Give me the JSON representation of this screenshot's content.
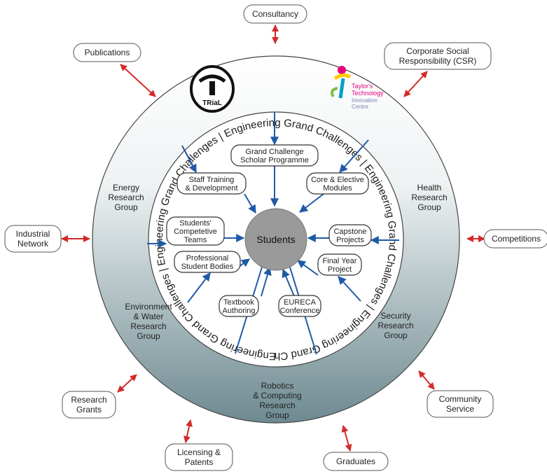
{
  "ring_label": "Engineering Grand Challenges | Engineering Grand Challenges | Engineering Grand Challenges | Engineering Grand Challenges | Engineering Grand Challenges | Engineering Grand Challenges |",
  "center": {
    "label": "Students"
  },
  "logos": {
    "trial": {
      "text": "TRiaL"
    },
    "taylors": {
      "line1": "Taylor's",
      "line2": "Technology",
      "line3": "Innovation",
      "line4": "Centre"
    }
  },
  "outer_nodes": [
    {
      "id": "consultancy",
      "lines": [
        "Consultancy"
      ]
    },
    {
      "id": "publications",
      "lines": [
        "Publications"
      ]
    },
    {
      "id": "csr",
      "lines": [
        "Corporate Social",
        "Responsibility (CSR)"
      ]
    },
    {
      "id": "industrial-network",
      "lines": [
        "Industrial",
        "Network"
      ]
    },
    {
      "id": "competitions",
      "lines": [
        "Competitions"
      ]
    },
    {
      "id": "research-grants",
      "lines": [
        "Research",
        "Grants"
      ]
    },
    {
      "id": "community-service",
      "lines": [
        "Community",
        "Service"
      ]
    },
    {
      "id": "licensing-patents",
      "lines": [
        "Licensing &",
        "Patents"
      ]
    },
    {
      "id": "graduates",
      "lines": [
        "Graduates"
      ]
    }
  ],
  "research_groups": [
    {
      "id": "energy",
      "lines": [
        "Energy",
        "Research",
        "Group"
      ]
    },
    {
      "id": "health",
      "lines": [
        "Health",
        "Research",
        "Group"
      ]
    },
    {
      "id": "environment-water",
      "lines": [
        "Environment",
        "& Water",
        "Research",
        "Group"
      ]
    },
    {
      "id": "security",
      "lines": [
        "Security",
        "Research",
        "Group"
      ]
    },
    {
      "id": "robotics-computing",
      "lines": [
        "Robotics",
        "& Computing",
        "Research",
        "Group"
      ]
    }
  ],
  "inner_nodes": [
    {
      "id": "grand-challenge-scholar",
      "lines": [
        "Grand Challenge",
        "Scholar Programme"
      ]
    },
    {
      "id": "staff-training",
      "lines": [
        "Staff Training",
        "& Development"
      ]
    },
    {
      "id": "core-elective",
      "lines": [
        "Core & Elective",
        "Modules"
      ]
    },
    {
      "id": "competitive-teams",
      "lines": [
        "Students'",
        "Competetive",
        "Teams"
      ]
    },
    {
      "id": "capstone",
      "lines": [
        "Capstone",
        "Projects"
      ]
    },
    {
      "id": "professional-bodies",
      "lines": [
        "Professional",
        "Student Bodies"
      ]
    },
    {
      "id": "final-year",
      "lines": [
        "Final Year",
        "Project"
      ]
    },
    {
      "id": "textbook",
      "lines": [
        "Textbook",
        "Authoring"
      ]
    },
    {
      "id": "eureca",
      "lines": [
        "EURECA",
        "Conference"
      ]
    }
  ],
  "colors": {
    "ring_top": "#ffffff",
    "ring_bottom": "#6d8a90",
    "center_fill": "#9a9a9a",
    "arrow_blue": "#1f5aa6",
    "arrow_red": "#d42a2a"
  }
}
